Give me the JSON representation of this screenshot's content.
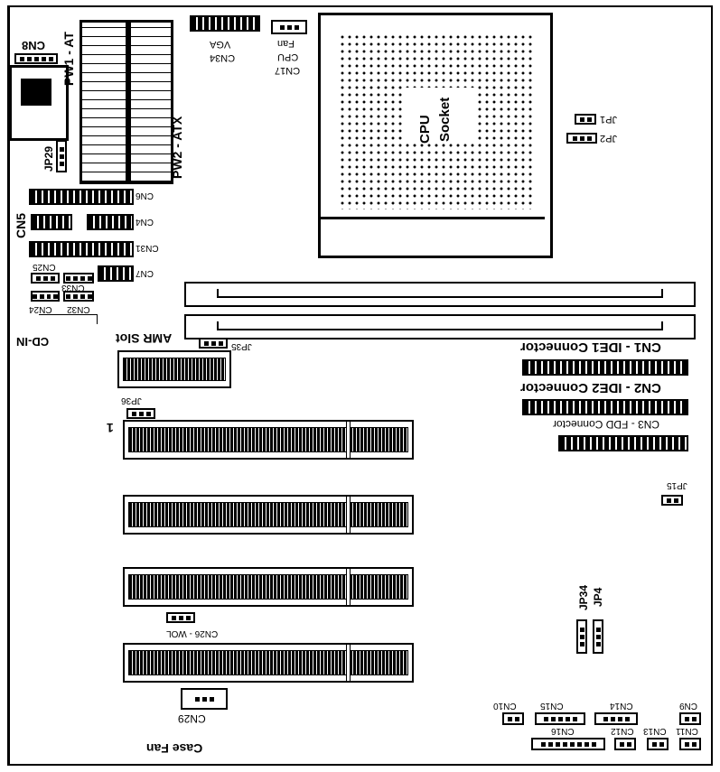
{
  "title": "Motherboard Layout",
  "power": {
    "pw1": "PW1 - AT",
    "pw2": "PW2 - ATX",
    "pin1": "1"
  },
  "cpu": {
    "socket_line1": "CPU",
    "socket_line2": "Socket"
  },
  "connectors": {
    "cn8": "CN8",
    "jp29": "JP29",
    "cn34": "CN34",
    "vga": "VGA",
    "cn17": "CN17",
    "cpu": "CPU",
    "fan": "Fan",
    "jp1": "JP1",
    "jp2": "JP2",
    "cn6": "CN6",
    "cn5": "CN5",
    "cn4": "CN4",
    "cn31": "CN31",
    "cn7": "CN7",
    "cn25": "CN25",
    "cn33": "CN33",
    "cn24": "CN24",
    "cn32": "CN32",
    "cdin": "CD-IN",
    "amr": "AMR Slot",
    "jp35": "JP35",
    "jp36": "JP36",
    "ide1": "CN1 - IDE1 Connector",
    "ide2": "CN2 - IDE2 Connector",
    "fdd": "CN3 - FDD Connector",
    "jp15": "JP15",
    "jp34": "JP34",
    "jp4": "JP4",
    "cn26": "CN26 - WOL",
    "cn29": "CN29",
    "casefan": "Case Fan",
    "cn10": "CN10",
    "cn15": "CN15",
    "cn14": "CN14",
    "cn9": "CN9",
    "cn16": "CN16",
    "cn12": "CN12",
    "cn13": "CN13",
    "cn11": "CN11"
  },
  "pin1": "1"
}
